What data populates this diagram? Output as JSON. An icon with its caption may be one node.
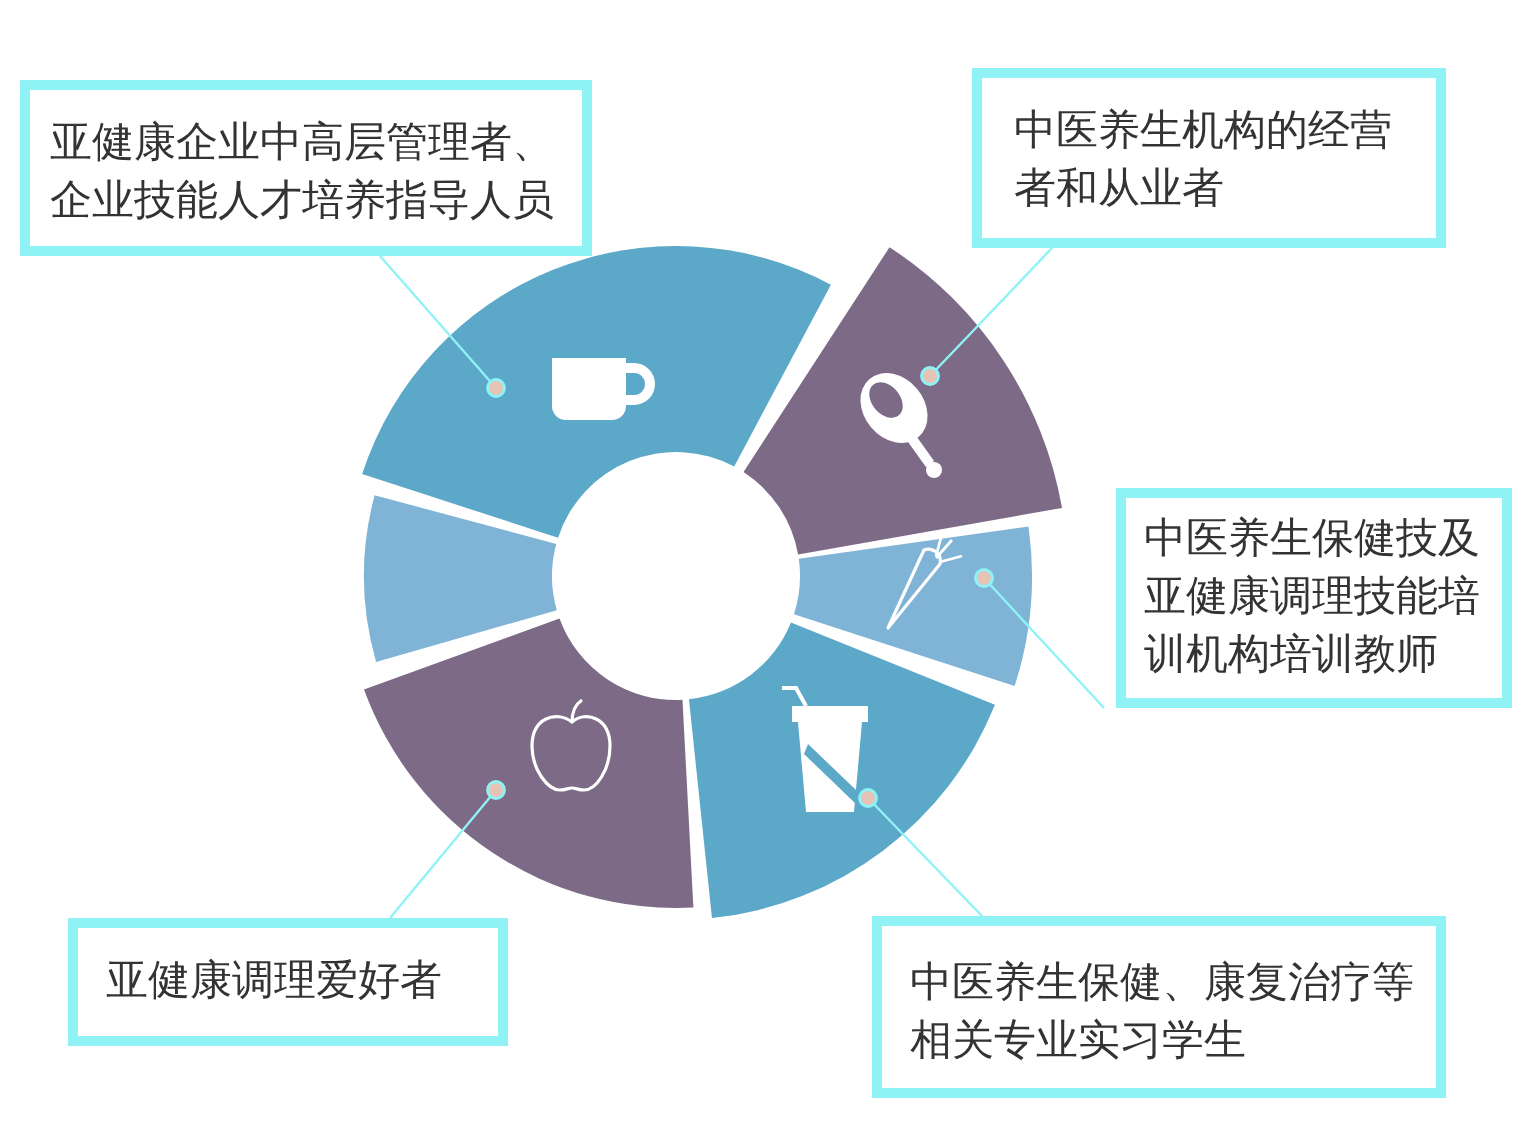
{
  "diagram": {
    "nodes": [
      {
        "text": [
          "亚健康企业中高层管理者、企业技能人才培养指导人员"
        ]
      },
      {
        "text": [
          "中医养生机构的经营者和从业者"
        ]
      },
      {
        "text": [
          "中医养生保健技及亚健康调理技能培训机构培训教师"
        ]
      },
      {
        "text": [
          "中医养生保健、康复治疗等相关专业实习学生"
        ]
      },
      {
        "text": [
          "亚健康调理爱好者"
        ]
      },
      {
        "text": [],
        "shape": "sector"
      },
      {
        "text": [],
        "shape": "sector"
      },
      {
        "text": [],
        "shape": "sector"
      },
      {
        "text": [],
        "shape": "sector"
      },
      {
        "text": [],
        "shape": "sector"
      },
      {
        "text": [],
        "shape": "sector"
      }
    ],
    "edges": [
      {
        "from": 0,
        "to": 5,
        "arrow": "other"
      },
      {
        "from": 1,
        "to": 6,
        "arrow": "other"
      },
      {
        "from": 2,
        "to": 7,
        "arrow": "other"
      },
      {
        "from": 3,
        "to": 8,
        "arrow": "other"
      },
      {
        "from": 4,
        "to": 9,
        "arrow": "other"
      }
    ]
  }
}
